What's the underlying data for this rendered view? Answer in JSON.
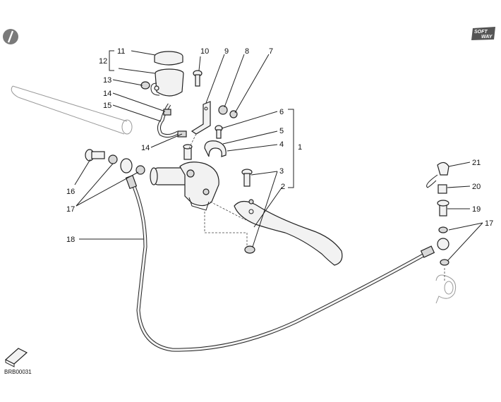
{
  "diagram": {
    "code": "BRB00031",
    "brand_top": "SOFT",
    "brand_bottom": "WAY",
    "callouts": [
      "1",
      "2",
      "3",
      "4",
      "5",
      "6",
      "7",
      "8",
      "9",
      "10",
      "11",
      "12",
      "13",
      "14",
      "14",
      "15",
      "16",
      "17",
      "17",
      "18",
      "19",
      "20",
      "21"
    ]
  }
}
